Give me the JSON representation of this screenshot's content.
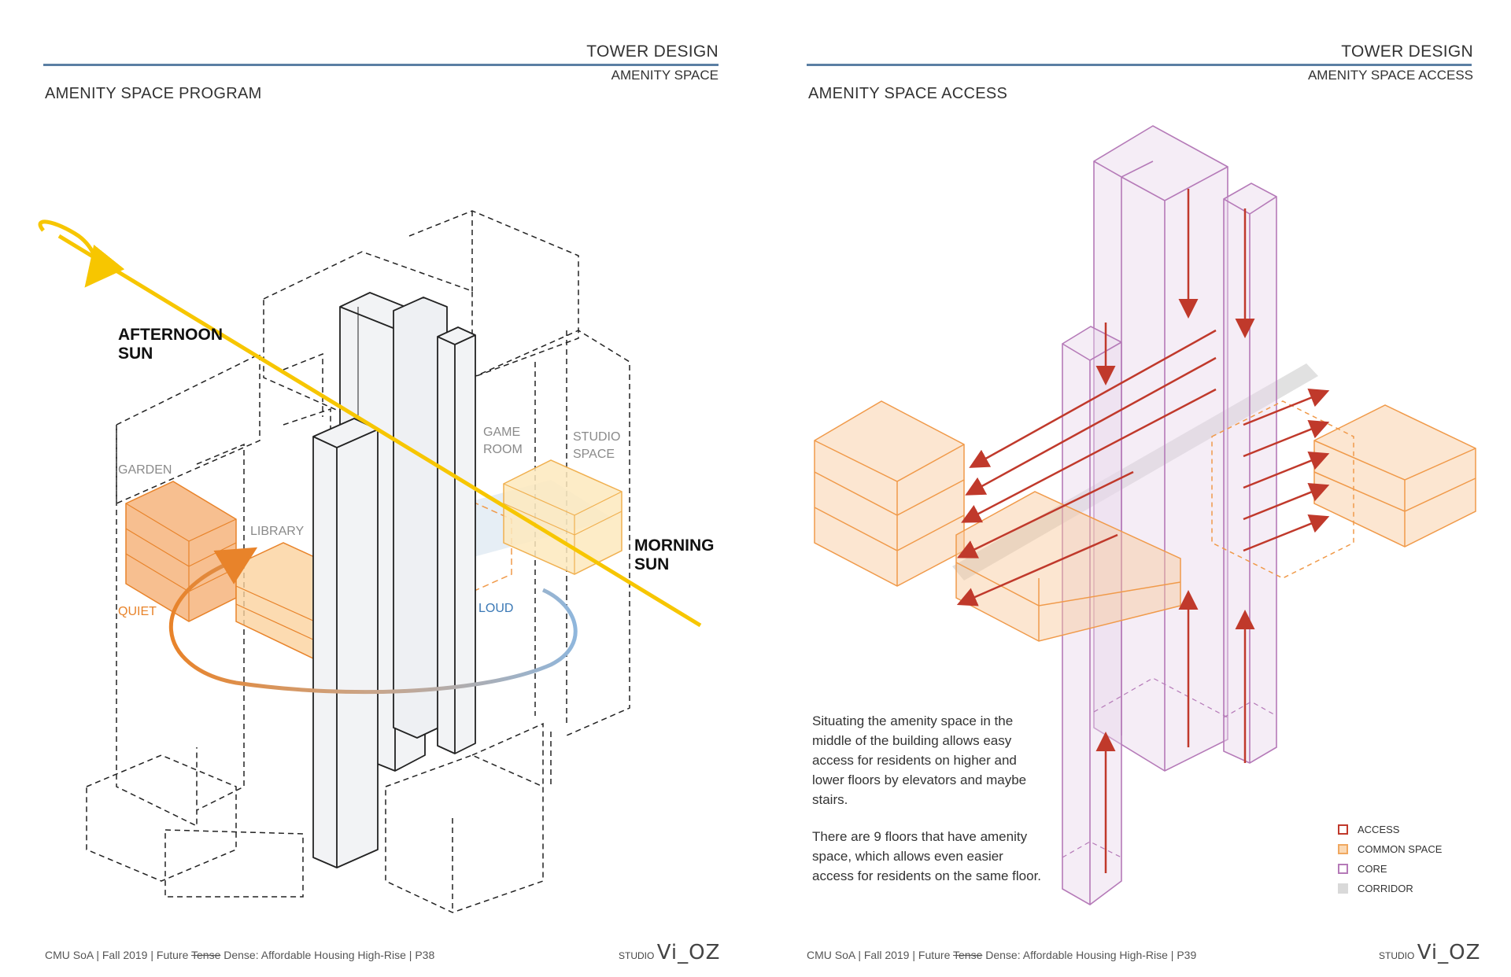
{
  "left_page": {
    "header_title": "TOWER DESIGN",
    "header_subtitle": "AMENITY SPACE",
    "section_title": "AMENITY SPACE PROGRAM",
    "labels": {
      "afternoon_sun_1": "AFTERNOON",
      "afternoon_sun_2": "SUN",
      "morning_sun_1": "MORNING",
      "morning_sun_2": "SUN",
      "garden": "GARDEN",
      "library": "LIBRARY",
      "game_room_1": "GAME",
      "game_room_2": "ROOM",
      "studio_space_1": "STUDIO",
      "studio_space_2": "SPACE",
      "quiet": "QUIET",
      "loud": "LOUD"
    },
    "footer_pre": "CMU SoA | Fall 2019 | Future ",
    "footer_strike": "Tense",
    "footer_post": " Dense: Affordable Housing High-Rise | P38",
    "studio_word": "STUDIO",
    "studio_logo": "Vi_OZ"
  },
  "right_page": {
    "header_title": "TOWER DESIGN",
    "header_subtitle": "AMENITY SPACE ACCESS",
    "section_title": "AMENITY SPACE ACCESS",
    "description_1": "Situating the amenity space in the middle of the building allows easy access for residents on higher and lower floors by elevators and maybe stairs.",
    "description_2": "There are 9 floors that have amenity space, which allows even easier access for residents on the same floor.",
    "legend": [
      {
        "label": "ACCESS",
        "color": "#c0392b",
        "style": "outline"
      },
      {
        "label": "COMMON SPACE",
        "color": "#f0a860",
        "style": "outline-fill"
      },
      {
        "label": "CORE",
        "color": "#b57ab8",
        "style": "outline"
      },
      {
        "label": "CORRIDOR",
        "color": "#d9d9d9",
        "style": "fill"
      }
    ],
    "footer_pre": "CMU SoA | Fall 2019 | Future ",
    "footer_strike": "Tense",
    "footer_post": " Dense: Affordable Housing High-Rise | P39",
    "studio_word": "STUDIO",
    "studio_logo": "Vi_OZ"
  },
  "colors": {
    "rule": "#5b7fa3",
    "sun": "#f7c600",
    "orange": "#f09a4a",
    "quiet_orange": "#e8832a",
    "loud_blue": "#3a78b5",
    "core_purple": "#b57ab8",
    "access_red": "#c0392b"
  }
}
